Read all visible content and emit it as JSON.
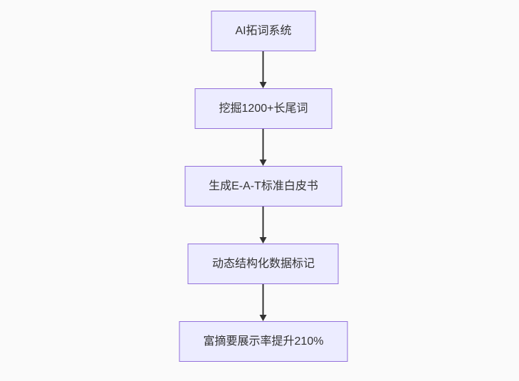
{
  "page": {
    "background_color": "#fafafa"
  },
  "flowchart": {
    "type": "vertical-flowchart",
    "direction": "top-down",
    "style": {
      "node_fill": "#ececff",
      "node_border": "#9370db",
      "text_color": "#333333",
      "arrow_color": "#333333"
    },
    "nodes": [
      {
        "id": "n1",
        "label": "AI拓词系统"
      },
      {
        "id": "n2",
        "label": "挖掘1200+长尾词"
      },
      {
        "id": "n3",
        "label": "生成E-A-T标准白皮书"
      },
      {
        "id": "n4",
        "label": "动态结构化数据标记"
      },
      {
        "id": "n5",
        "label": "富摘要展示率提升210%"
      }
    ],
    "edges": [
      {
        "from": "n1",
        "to": "n2"
      },
      {
        "from": "n2",
        "to": "n3"
      },
      {
        "from": "n3",
        "to": "n4"
      },
      {
        "from": "n4",
        "to": "n5"
      }
    ]
  }
}
